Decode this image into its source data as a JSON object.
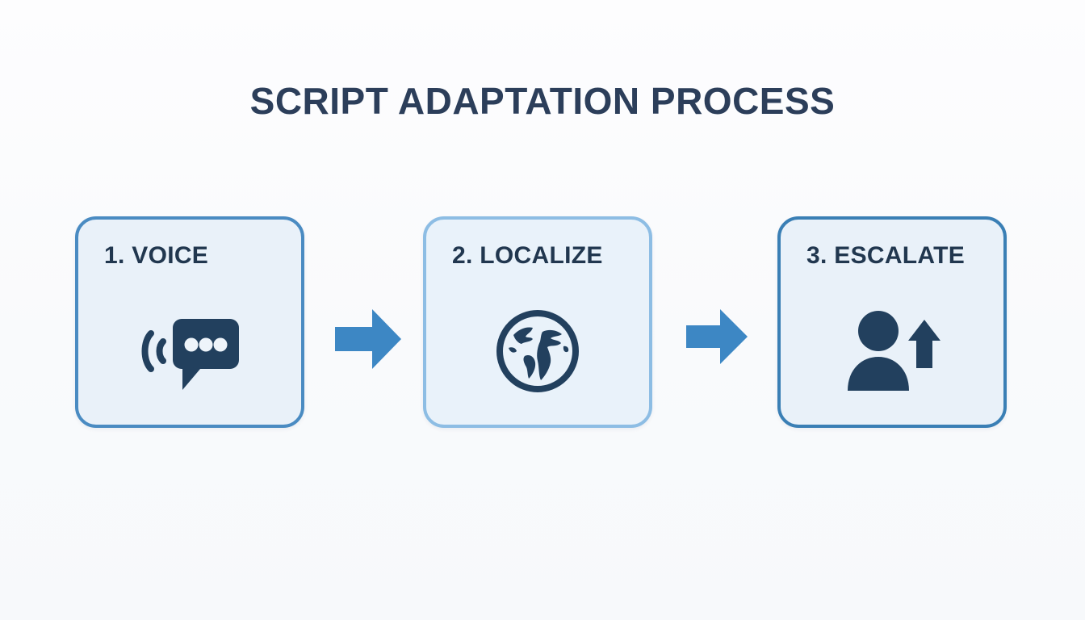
{
  "slide": {
    "title": "SCRIPT ADAPTATION PROCESS",
    "background_color": "#fafbfc",
    "title_color": "#2c3e5a"
  },
  "steps": [
    {
      "label": "1. VOICE",
      "icon": "speech-bubble-dots-icon",
      "border_color": "#4a8bc2",
      "fill_color": "#e9f1f9",
      "icon_color": "#22405e"
    },
    {
      "label": "2. LOCALIZE",
      "icon": "globe-icon",
      "border_color": "#8dbde4",
      "fill_color": "#e9f2fa",
      "icon_color": "#22405e"
    },
    {
      "label": "3. ESCALATE",
      "icon": "person-arrow-up-icon",
      "border_color": "#3a7fb5",
      "fill_color": "#e9f1f9",
      "icon_color": "#22405e"
    }
  ],
  "connectors": [
    {
      "icon": "arrow-right-icon",
      "color": "#3d87c4"
    },
    {
      "icon": "arrow-right-icon",
      "color": "#3d87c4"
    }
  ]
}
